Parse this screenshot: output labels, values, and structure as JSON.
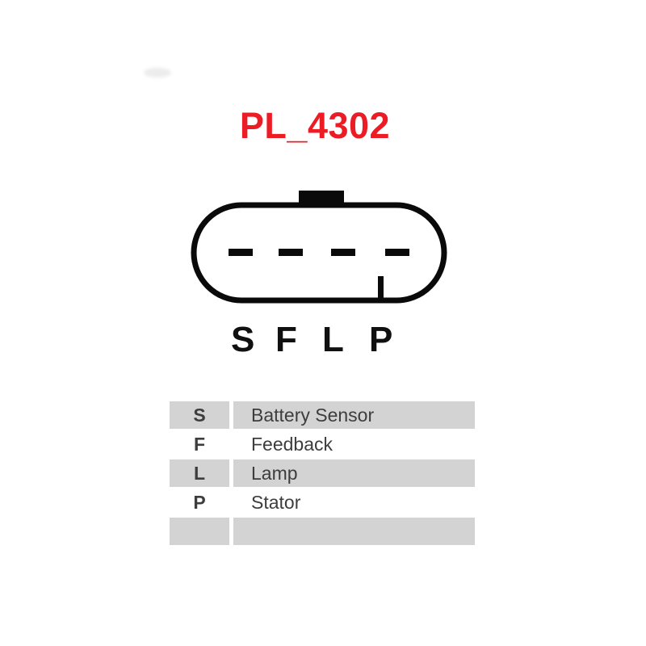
{
  "title": "PL_4302",
  "colors": {
    "title_red": "#ec1c24",
    "row_gray": "#d3d3d3",
    "text_gray": "#3d3d3d",
    "line_black": "#0a0a0a"
  },
  "connector": {
    "pin_labels": [
      "S",
      "F",
      "L",
      "P"
    ]
  },
  "pin_table": {
    "rows": [
      {
        "letter": "S",
        "label": "Battery Sensor"
      },
      {
        "letter": "F",
        "label": "Feedback"
      },
      {
        "letter": "L",
        "label": "Lamp"
      },
      {
        "letter": "P",
        "label": "Stator"
      },
      {
        "letter": "",
        "label": ""
      }
    ]
  }
}
